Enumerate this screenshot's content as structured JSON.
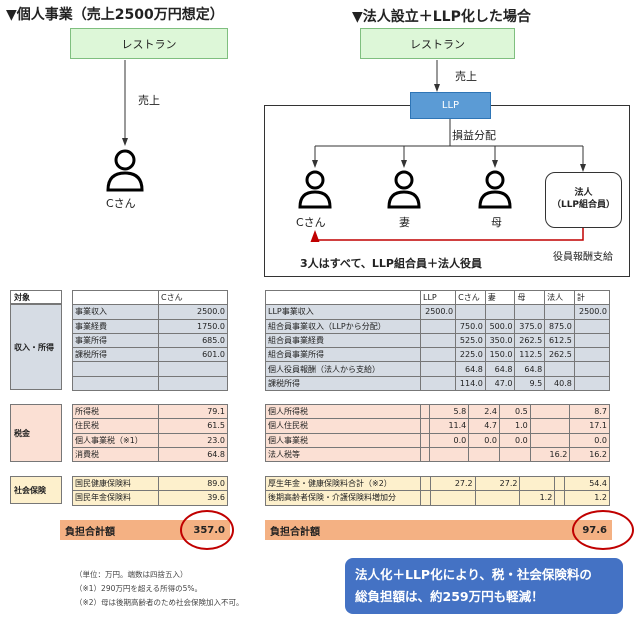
{
  "left": {
    "title": "▼個人事業（売上2500万円想定）",
    "restaurant": "レストラン",
    "sales": "売上",
    "person": "Cさん"
  },
  "right": {
    "title": "▼法人設立＋LLP化した場合",
    "restaurant": "レストラン",
    "sales": "売上",
    "llp": "LLP",
    "distribution": "損益分配",
    "persons": [
      "Cさん",
      "妻",
      "母"
    ],
    "corp": "法人",
    "corp_sub": "（LLP組合員）",
    "note": "3人はすべて、LLP組合員＋法人役員",
    "pay": "役員報酬支給"
  },
  "left_table": {
    "target": "対象",
    "header": "Cさん",
    "sections": {
      "income": "収入・所得",
      "tax": "税金",
      "social": "社会保険"
    },
    "income": [
      [
        "事業収入",
        "2500.0"
      ],
      [
        "事業経費",
        "1750.0"
      ],
      [
        "事業所得",
        "685.0"
      ],
      [
        "課税所得",
        "601.0"
      ],
      [
        "",
        ""
      ],
      [
        "",
        ""
      ]
    ],
    "tax": [
      [
        "所得税",
        "79.1"
      ],
      [
        "住民税",
        "61.5"
      ],
      [
        "個人事業税（※1）",
        "23.0"
      ],
      [
        "消費税",
        "64.8"
      ]
    ],
    "social": [
      [
        "国民健康保険料",
        "89.0"
      ],
      [
        "国民年金保険料",
        "39.6"
      ]
    ],
    "total_label": "負担合計額",
    "total": "357.0"
  },
  "right_table": {
    "headers": [
      "",
      "LLP",
      "Cさん",
      "妻",
      "母",
      "法人",
      "計"
    ],
    "income": [
      [
        "LLP事業収入",
        "2500.0",
        "",
        "",
        "",
        "",
        "2500.0"
      ],
      [
        "組合員事業収入（LLPから分配）",
        "",
        "750.0",
        "500.0",
        "375.0",
        "875.0",
        ""
      ],
      [
        "組合員事業経費",
        "",
        "525.0",
        "350.0",
        "262.5",
        "612.5",
        ""
      ],
      [
        "組合員事業所得",
        "",
        "225.0",
        "150.0",
        "112.5",
        "262.5",
        ""
      ],
      [
        "個人役員報酬（法人から支給）",
        "",
        "64.8",
        "64.8",
        "64.8",
        "",
        ""
      ],
      [
        "課税所得",
        "",
        "114.0",
        "47.0",
        "9.5",
        "40.8",
        ""
      ]
    ],
    "tax": [
      [
        "個人所得税",
        "",
        "5.8",
        "2.4",
        "0.5",
        "",
        "8.7"
      ],
      [
        "個人住民税",
        "",
        "11.4",
        "4.7",
        "1.0",
        "",
        "17.1"
      ],
      [
        "個人事業税",
        "",
        "0.0",
        "0.0",
        "0.0",
        "",
        "0.0"
      ],
      [
        "法人税等",
        "",
        "",
        "",
        "",
        "16.2",
        "16.2"
      ]
    ],
    "social": [
      [
        "厚生年金・健康保険料合計（※2）",
        "",
        "27.2",
        "27.2",
        "",
        "",
        "54.4"
      ],
      [
        "後期高齢者保険・介護保険料増加分",
        "",
        "",
        "",
        "1.2",
        "",
        "1.2"
      ]
    ],
    "total_label": "負担合計額",
    "total": "97.6"
  },
  "notes": [
    "（単位：万円。端数は四捨五入）",
    "（※1）290万円を超える所得の5%。",
    "（※2）母は後期高齢者のため社会保険加入不可。"
  ],
  "callout": [
    "法人化＋LLP化により、税・社会保険料の",
    "総負担額は、約259万円も軽減！"
  ]
}
